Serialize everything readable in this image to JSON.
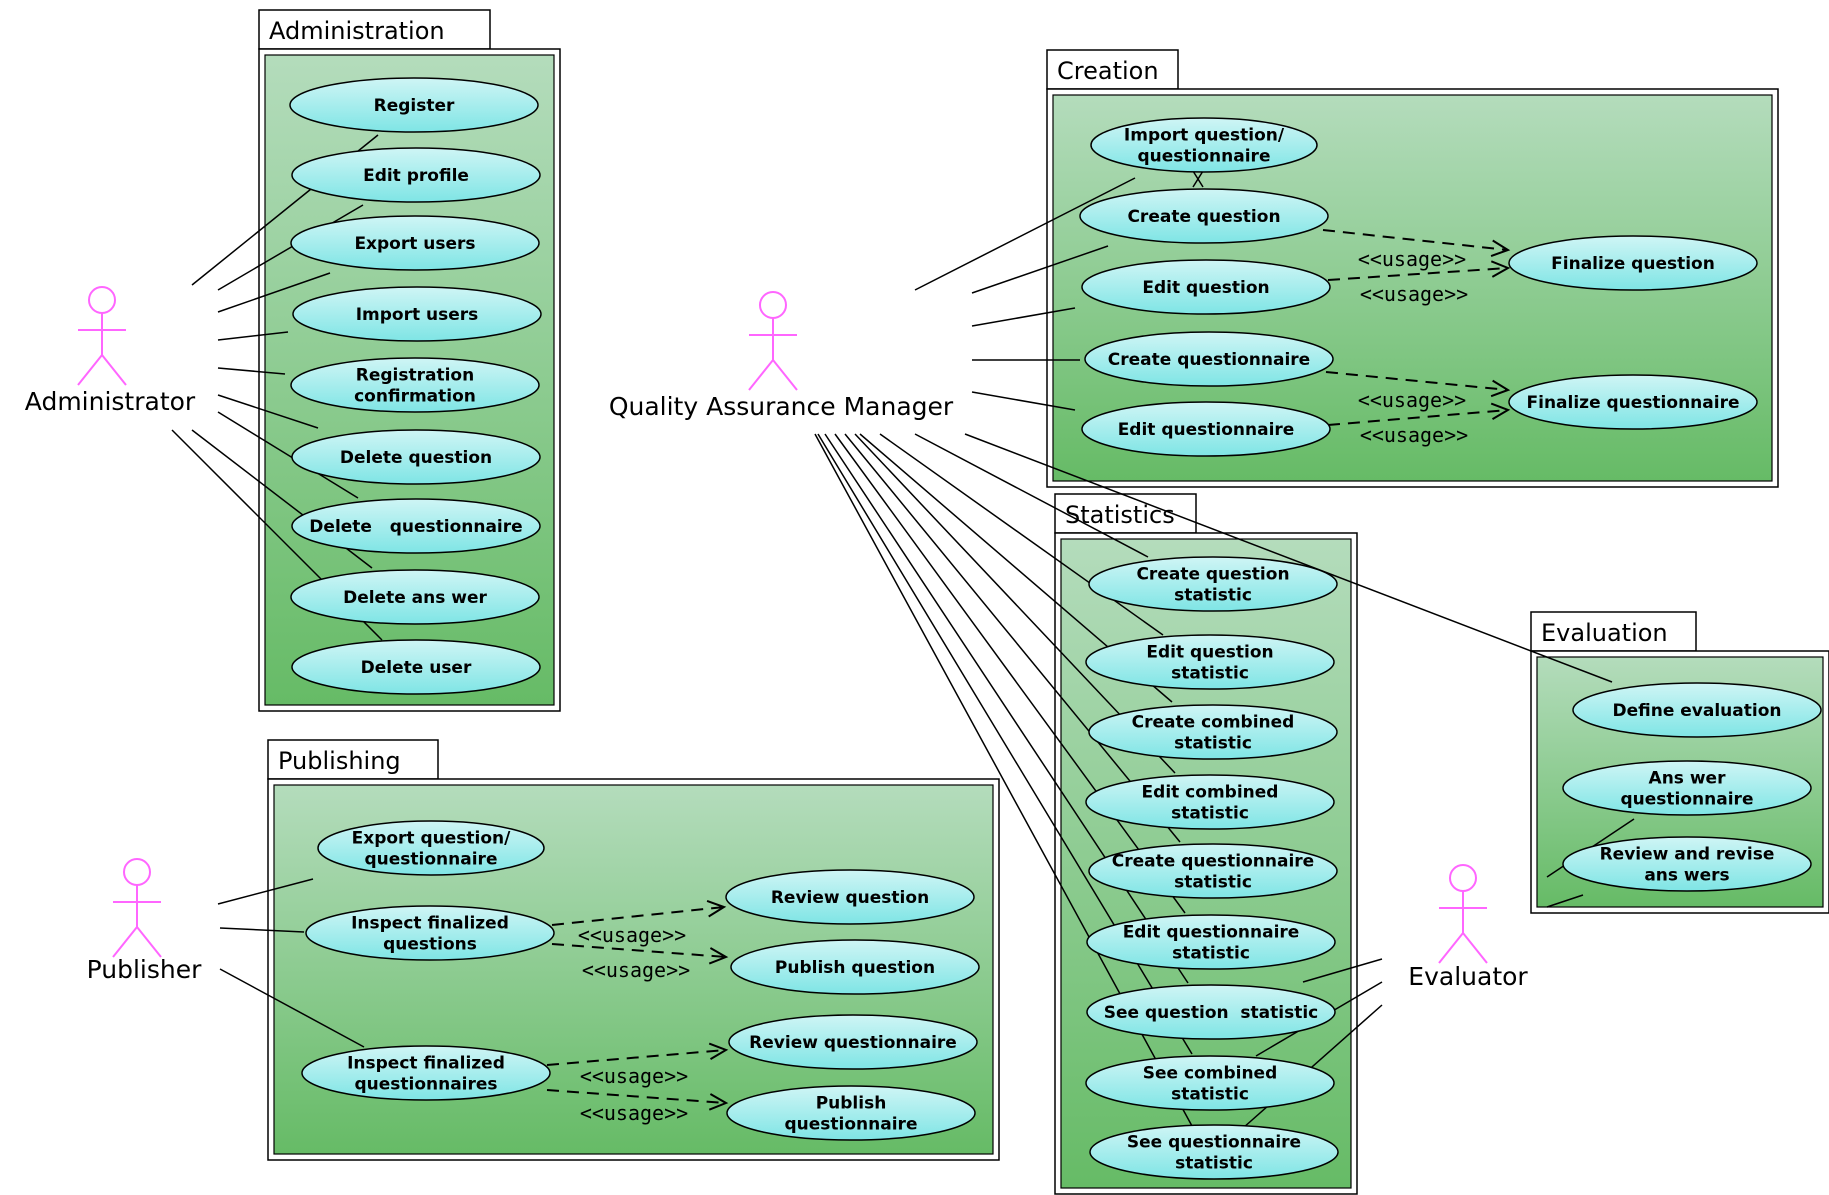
{
  "colors": {
    "actor": "#ff66ff",
    "package_top": "#b4dcbc",
    "package_bottom": "#66bb66",
    "usecase_top": "#cff5f5",
    "usecase_bottom": "#7fe5e5"
  },
  "packages": [
    {
      "key": "admin",
      "label": "Administration"
    },
    {
      "key": "creation",
      "label": "Creation"
    },
    {
      "key": "statistics",
      "label": "Statistics"
    },
    {
      "key": "evaluation",
      "label": "Evaluation"
    },
    {
      "key": "publishing",
      "label": "Publishing"
    }
  ],
  "actors": [
    {
      "key": "administrator",
      "label": "Administrator"
    },
    {
      "key": "qam",
      "label": "Quality Assurance Manager"
    },
    {
      "key": "publisher",
      "label": "Publisher"
    },
    {
      "key": "evaluator",
      "label": "Evaluator"
    }
  ],
  "usecases": [
    {
      "key": "register",
      "lines": [
        "Register"
      ]
    },
    {
      "key": "edit-profile",
      "lines": [
        "Edit profile"
      ]
    },
    {
      "key": "export-users",
      "lines": [
        "Export users"
      ]
    },
    {
      "key": "import-users",
      "lines": [
        "Import users"
      ]
    },
    {
      "key": "registration-confirmation",
      "lines": [
        "Registration",
        "confirmation"
      ]
    },
    {
      "key": "delete-question",
      "lines": [
        "Delete question"
      ]
    },
    {
      "key": "delete-questionnaire",
      "lines": [
        "Delete   questionnaire"
      ]
    },
    {
      "key": "delete-answer",
      "lines": [
        "Delete ans wer"
      ]
    },
    {
      "key": "delete-user",
      "lines": [
        "Delete user"
      ]
    },
    {
      "key": "import-question-questionnaire",
      "lines": [
        "Import question/",
        "questionnaire"
      ]
    },
    {
      "key": "create-question",
      "lines": [
        "Create question"
      ]
    },
    {
      "key": "edit-question",
      "lines": [
        "Edit question"
      ]
    },
    {
      "key": "create-questionnaire",
      "lines": [
        "Create questionnaire"
      ]
    },
    {
      "key": "edit-questionnaire",
      "lines": [
        "Edit questionnaire"
      ]
    },
    {
      "key": "finalize-question",
      "lines": [
        "Finalize question"
      ]
    },
    {
      "key": "finalize-questionnaire",
      "lines": [
        "Finalize questionnaire"
      ]
    },
    {
      "key": "create-question-statistic",
      "lines": [
        "Create question",
        "statistic"
      ]
    },
    {
      "key": "edit-question-statistic",
      "lines": [
        "Edit question",
        "statistic"
      ]
    },
    {
      "key": "create-combined-statistic",
      "lines": [
        "Create combined",
        "statistic"
      ]
    },
    {
      "key": "edit-combined-statistic",
      "lines": [
        "Edit combined",
        "statistic"
      ]
    },
    {
      "key": "create-questionnaire-statistic",
      "lines": [
        "Create questionnaire",
        "statistic"
      ]
    },
    {
      "key": "edit-questionnaire-statistic",
      "lines": [
        "Edit questionnaire",
        "statistic"
      ]
    },
    {
      "key": "see-question-statistic",
      "lines": [
        "See question  statistic"
      ]
    },
    {
      "key": "see-combined-statistic",
      "lines": [
        "See combined",
        "statistic"
      ]
    },
    {
      "key": "see-questionnaire-statistic",
      "lines": [
        "See questionnaire",
        "statistic"
      ]
    },
    {
      "key": "define-evaluation",
      "lines": [
        "Define evaluation"
      ]
    },
    {
      "key": "answer-questionnaire",
      "lines": [
        "Ans wer",
        "questionnaire"
      ]
    },
    {
      "key": "review-revise-answers",
      "lines": [
        "Review and revise",
        "ans wers"
      ]
    },
    {
      "key": "export-question-questionnaire",
      "lines": [
        "Export question/",
        "questionnaire"
      ]
    },
    {
      "key": "inspect-finalized-questions",
      "lines": [
        "Inspect finalized",
        "questions"
      ]
    },
    {
      "key": "inspect-finalized-questionnaires",
      "lines": [
        "Inspect finalized",
        "questionnaires"
      ]
    },
    {
      "key": "review-question",
      "lines": [
        "Review question"
      ]
    },
    {
      "key": "publish-question",
      "lines": [
        "Publish question"
      ]
    },
    {
      "key": "review-questionnaire",
      "lines": [
        "Review questionnaire"
      ]
    },
    {
      "key": "publish-questionnaire",
      "lines": [
        "Publish",
        "questionnaire"
      ]
    }
  ],
  "usage_label": "<<usage>>"
}
